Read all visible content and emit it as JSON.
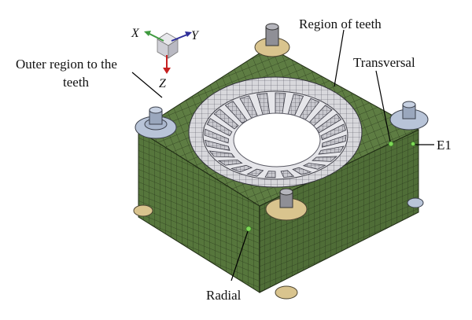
{
  "figure": {
    "labels": {
      "outer_region": [
        "Outer region to the",
        "teeth"
      ],
      "region_of_teeth": "Region of teeth",
      "transversal": "Transversal",
      "e1": "E1",
      "radial": "Radial"
    },
    "axes": {
      "x": "X",
      "y": "Y",
      "z": "Z"
    },
    "colors": {
      "mesh_green": "#5e7d43",
      "mesh_green_side": "#4f6d37",
      "mesh_line": "#2a3a1c",
      "inner_bore": "#d8d8dc",
      "tooth_face": "#c9c9cf",
      "bolt_head_tan": "#d9c48e",
      "bolt_washer_blue": "#b8c4d8",
      "measure_point": "#7ed957",
      "axis_x": "#3e9a3e",
      "axis_y": "#2f2f9a",
      "axis_z": "#c62020"
    },
    "measurement_points": [
      "radial-point",
      "transversal-point",
      "e1-point"
    ]
  }
}
